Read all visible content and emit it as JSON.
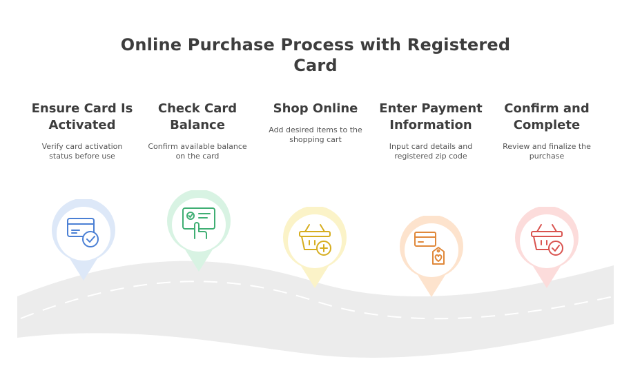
{
  "title": "Online Purchase Process with Registered Card",
  "steps": [
    {
      "title": "Ensure Card Is Activated",
      "description": "Verify card activation status before use",
      "icon": "credit-card-check-icon",
      "color": "#4a7fd4",
      "fill": "#dde8f8"
    },
    {
      "title": "Check Card Balance",
      "description": "Confirm available balance on the card",
      "icon": "card-balance-icon",
      "color": "#3fae73",
      "fill": "#d8f3e3"
    },
    {
      "title": "Shop Online",
      "description": "Add desired items to the shopping cart",
      "icon": "basket-add-icon",
      "color": "#d6ad1f",
      "fill": "#fbf3c8"
    },
    {
      "title": "Enter Payment Information",
      "description": "Input card details and registered zip code",
      "icon": "card-tag-icon",
      "color": "#e0883a",
      "fill": "#fde3cd"
    },
    {
      "title": "Confirm and Complete",
      "description": "Review and finalize the purchase",
      "icon": "basket-check-icon",
      "color": "#d9534f",
      "fill": "#fcdcdb"
    }
  ]
}
